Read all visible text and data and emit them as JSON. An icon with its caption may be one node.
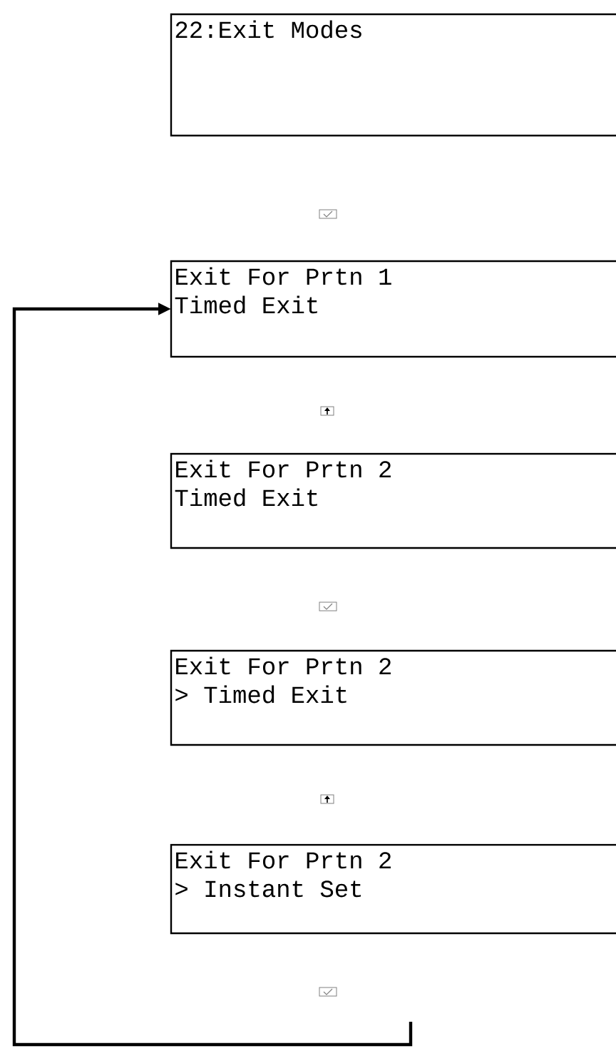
{
  "diagram": {
    "nodes": [
      {
        "text": [
          "22:Exit Modes"
        ]
      },
      {
        "text": [
          "Exit For Prtn 1",
          "Timed Exit"
        ]
      },
      {
        "text": [
          "Exit For Prtn 2",
          "Timed Exit"
        ]
      },
      {
        "text": [
          "Exit For Prtn 2",
          "> Timed Exit"
        ]
      },
      {
        "text": [
          "Exit For Prtn 2",
          "> Instant Set"
        ]
      }
    ],
    "edges": [
      {
        "from": null,
        "to": 1,
        "arrow": "to"
      }
    ]
  }
}
